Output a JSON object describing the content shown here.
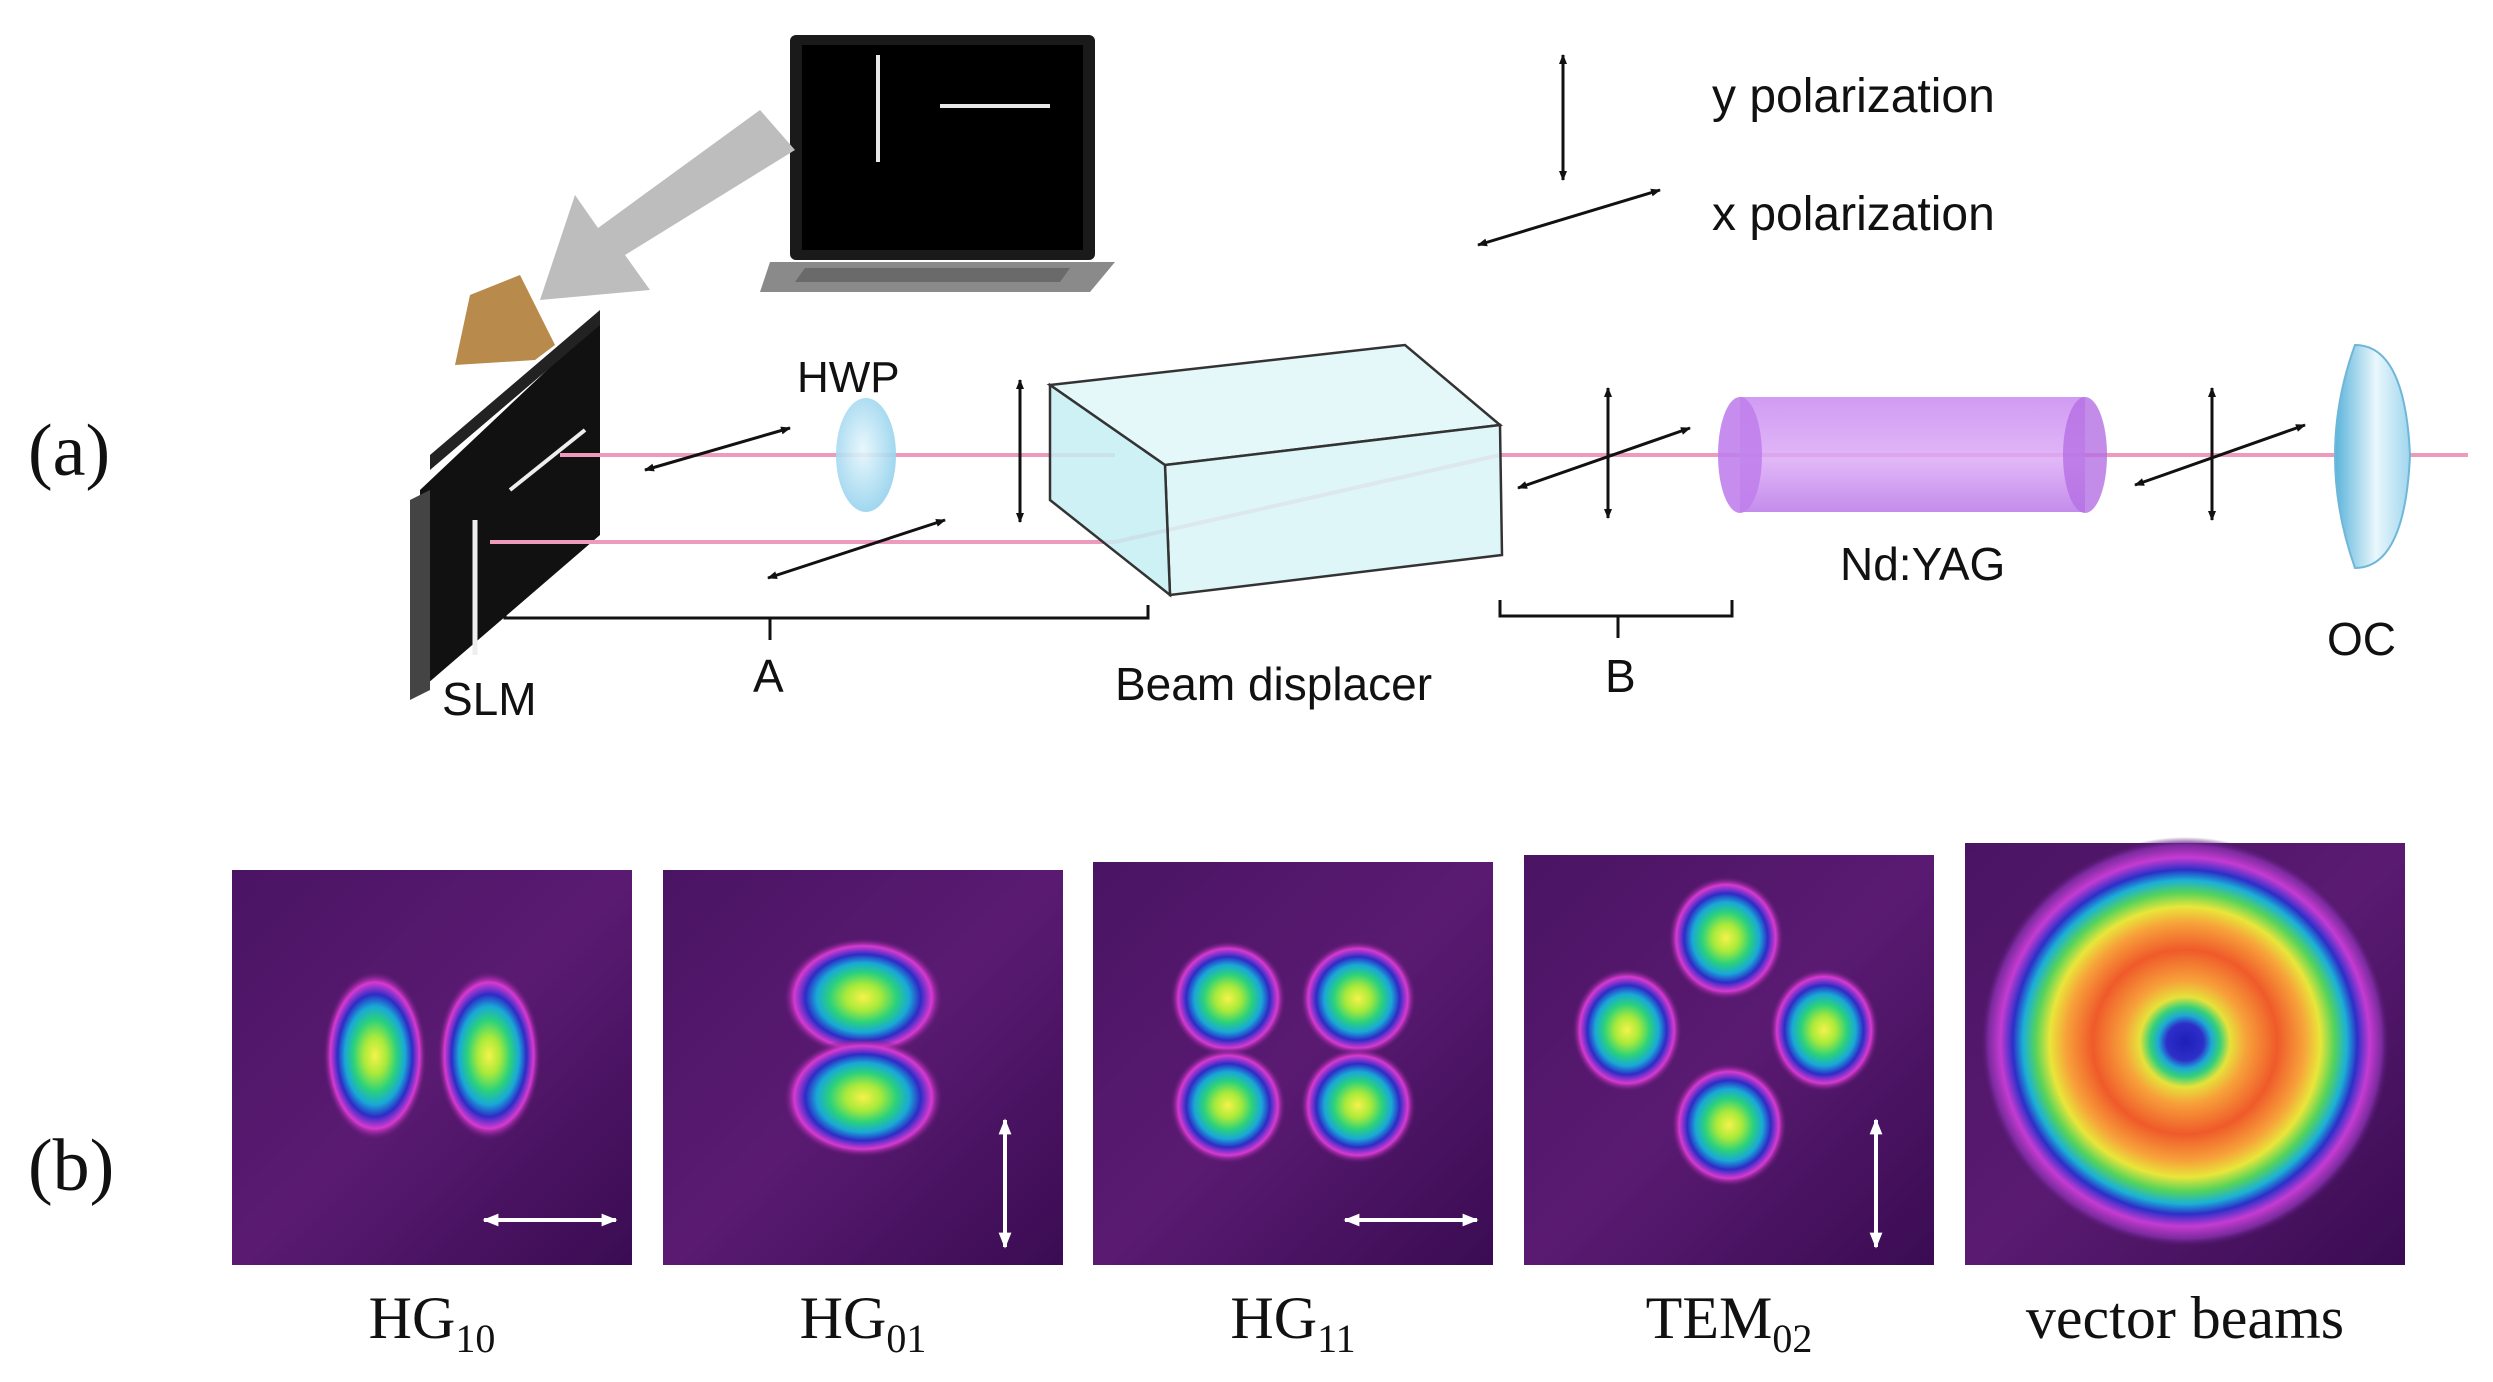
{
  "panel_a": {
    "label": "(a)",
    "legend": {
      "y_polarization": "y polarization",
      "x_polarization": "x polarization"
    },
    "components": {
      "slm": "SLM",
      "hwp": "HWP",
      "beam_displacer": "Beam displacer",
      "gain_medium": "Nd:YAG",
      "output_coupler": "OC"
    },
    "segments": {
      "a": "A",
      "b": "B"
    }
  },
  "panel_b": {
    "label": "(b)",
    "modes": [
      {
        "base": "HG",
        "sub": "10",
        "kind": "hg10",
        "arrow": "horizontal"
      },
      {
        "base": "HG",
        "sub": "01",
        "kind": "hg01",
        "arrow": "vertical"
      },
      {
        "base": "HG",
        "sub": "11",
        "kind": "hg11",
        "arrow": "horizontal"
      },
      {
        "base": "TEM",
        "sub": "02",
        "kind": "tem02",
        "arrow": "vertical"
      },
      {
        "base": "vector beams",
        "sub": "",
        "kind": "vector",
        "arrow": ""
      }
    ]
  },
  "colors": {
    "beam": "#ec9bbd",
    "hwp": "#a9dcf2",
    "crystal_fill": "#d6f3f7",
    "nd_yag": "#d197f2",
    "oc": "#8fcde6",
    "arrow_gray": "#bdbdbd",
    "slm_mount": "#b88a4c",
    "pane_bg": "#3a0c4e"
  }
}
